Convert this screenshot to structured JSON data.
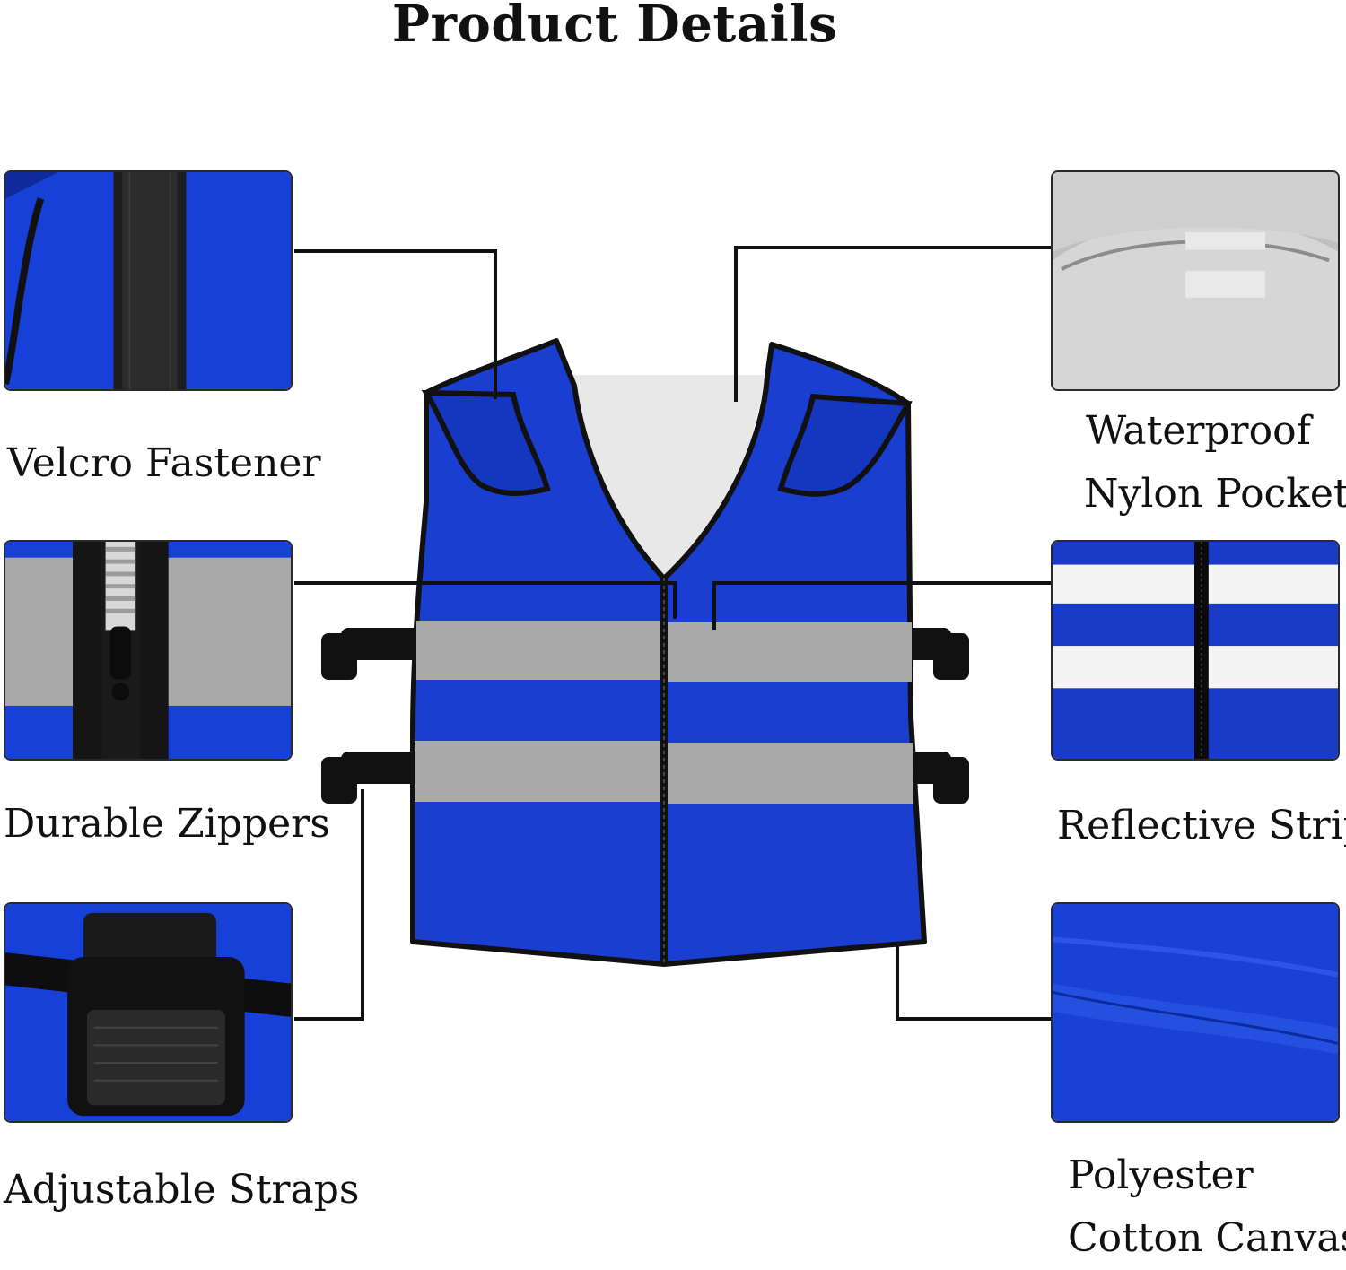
{
  "page": {
    "title": "Product Details"
  },
  "features": {
    "velcro": {
      "label": "Velcro Fastener"
    },
    "zippers": {
      "label": "Durable Zippers"
    },
    "straps": {
      "label": "Adjustable Straps"
    },
    "pocket": {
      "label_line1": "Waterproof",
      "label_line2": "Nylon Pocket"
    },
    "reflective": {
      "label": "Reflective Strip"
    },
    "canvas": {
      "label_line1": "Polyester",
      "label_line2": "Cotton Canvas"
    }
  },
  "colors": {
    "vest_blue": "#1a3fd0",
    "reflective_gray": "#a8a8a8",
    "trim_black": "#111111",
    "pocket_white": "#e8e8e8"
  }
}
